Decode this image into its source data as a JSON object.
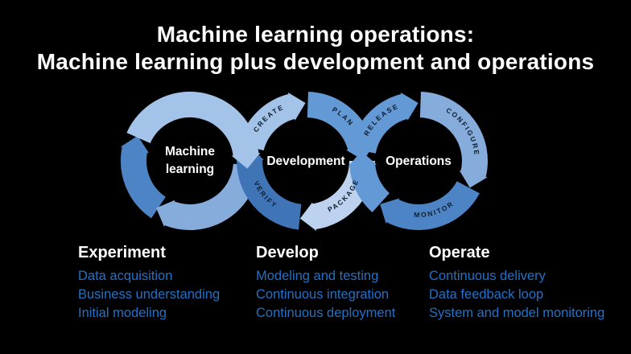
{
  "title": {
    "line1": "Machine learning operations:",
    "line2": "Machine learning plus development and operations"
  },
  "diagram": {
    "ml": {
      "label_line1": "Machine",
      "label_line2": "learning"
    },
    "dev": {
      "label": "Development",
      "segments": {
        "create": "CREATE",
        "plan": "PLAN",
        "package": "PACKAGE",
        "verify": "VERIFY"
      }
    },
    "ops": {
      "label": "Operations",
      "segments": {
        "release": "RELEASE",
        "configure": "CONFIGURE",
        "monitor": "MONITOR"
      }
    }
  },
  "columns": [
    {
      "title": "Experiment",
      "items": [
        "Data acquisition",
        "Business understanding",
        "Initial modeling"
      ]
    },
    {
      "title": "Develop",
      "items": [
        "Modeling and testing",
        "Continuous integration",
        "Continuous deployment"
      ]
    },
    {
      "title": "Operate",
      "items": [
        "Continuous delivery",
        "Data feedback loop",
        "System and model monitoring"
      ]
    }
  ],
  "colors": {
    "background": "#000000",
    "title_text": "#FFFFFF",
    "list_text": "#2271C8",
    "segment_label": "#0E1C2C",
    "ring_light": "#A3C4E8",
    "ring_lighter": "#BCD2EE",
    "ring_medium": "#6399D4",
    "ring_medium_soft": "#85ACDB",
    "ring_dark": "#3F74B6",
    "ring_dark2": "#4C84C6"
  }
}
